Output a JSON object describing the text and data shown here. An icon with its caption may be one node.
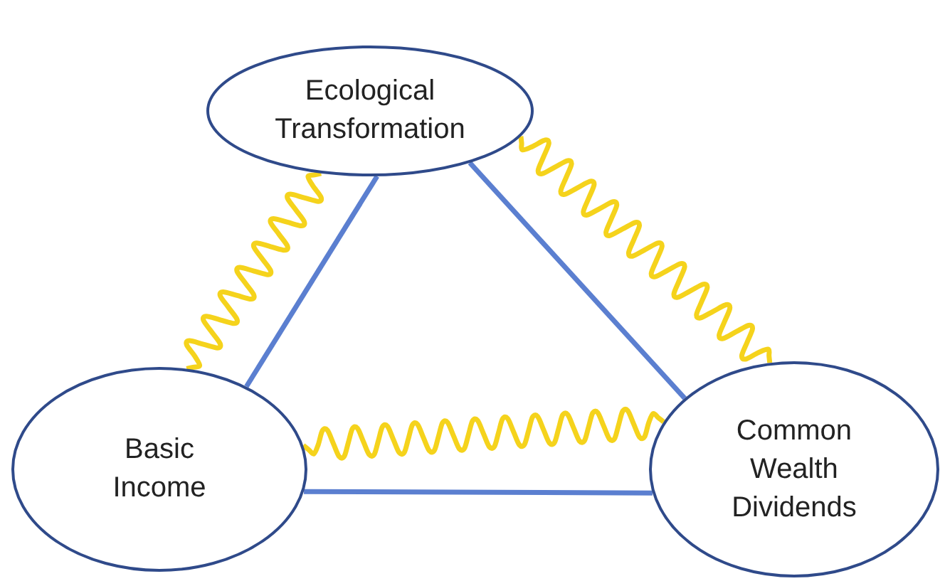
{
  "diagram": {
    "nodes": [
      {
        "text": [
          "Ecological Transformation"
        ]
      },
      {
        "text": [
          "Basic Income"
        ]
      },
      {
        "text": [
          "Common Wealth Dividends"
        ]
      }
    ],
    "edges": [
      {
        "from": 0,
        "to": 1,
        "arrow": "none"
      },
      {
        "from": 0,
        "to": 2,
        "arrow": "none"
      },
      {
        "from": 1,
        "to": 2,
        "arrow": "none"
      },
      {
        "from": 0,
        "to": 1,
        "arrow": "none",
        "color": "#f5d31c"
      },
      {
        "from": 0,
        "to": 2,
        "arrow": "none",
        "color": "#f5d31c"
      },
      {
        "from": 1,
        "to": 2,
        "arrow": "none",
        "color": "#f5d31c"
      }
    ]
  }
}
